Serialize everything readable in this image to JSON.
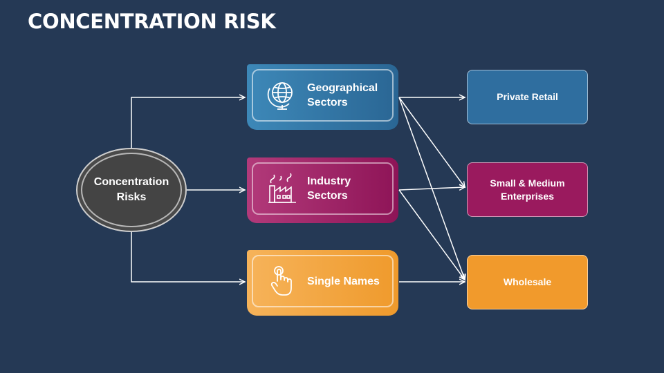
{
  "title": "CONCENTRATION RISK",
  "hub": {
    "label_line1": "Concentration",
    "label_line2": "Risks"
  },
  "sectors": [
    {
      "label_line1": "Geographical",
      "label_line2": "Sectors",
      "icon": "globe-icon"
    },
    {
      "label_line1": "Industry",
      "label_line2": "Sectors",
      "icon": "factory-icon"
    },
    {
      "label_line1": "Single Names",
      "label_line2": "",
      "icon": "hand-pointer-icon"
    }
  ],
  "targets": [
    {
      "label_line1": "Private Retail",
      "label_line2": ""
    },
    {
      "label_line1": "Small & Medium",
      "label_line2": "Enterprises"
    },
    {
      "label_line1": "Wholesale",
      "label_line2": ""
    }
  ],
  "colors": {
    "background": "#253955",
    "geographical": "#2f6e9f",
    "industry": "#9a1a5e",
    "single_names": "#f19a2c",
    "hub": "#444444"
  }
}
